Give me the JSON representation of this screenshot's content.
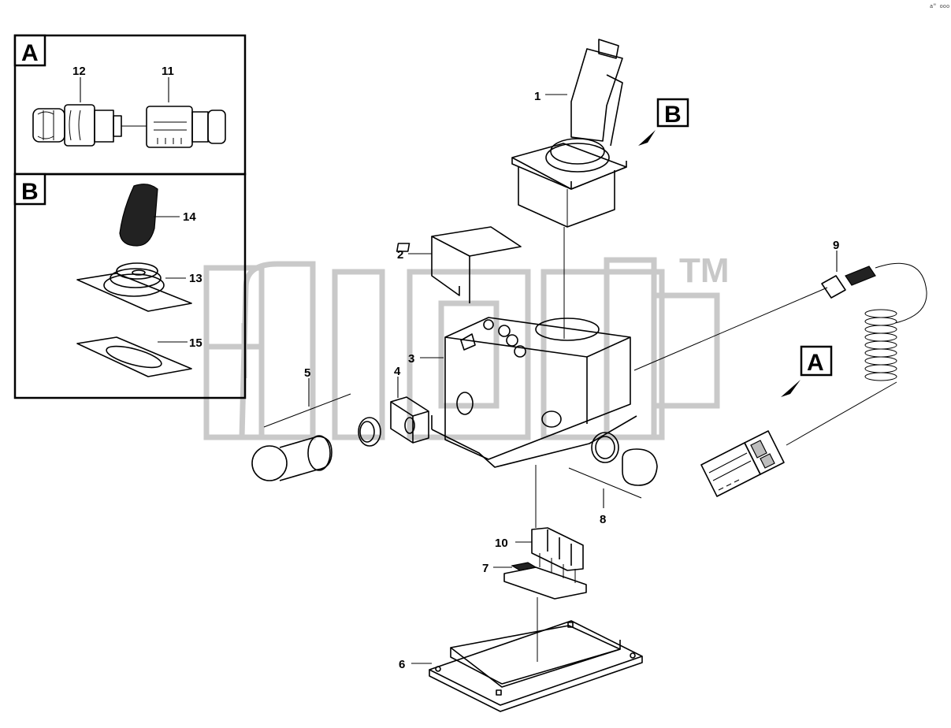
{
  "watermark": {
    "text": "TM"
  },
  "insets": [
    {
      "id": "A",
      "label": "A"
    },
    {
      "id": "B",
      "label": "B"
    }
  ],
  "callouts": [
    {
      "id": "A",
      "label": "A"
    },
    {
      "id": "B",
      "label": "B"
    }
  ],
  "part_numbers": {
    "p1": "1",
    "p2": "2",
    "p3": "3",
    "p4": "4",
    "p5": "5",
    "p6": "6",
    "p7": "7",
    "p8": "8",
    "p9": "9",
    "p10": "10",
    "p11": "11",
    "p12": "12",
    "p13": "13",
    "p14": "14",
    "p15": "15"
  },
  "corner_mark": "a\" ooo"
}
